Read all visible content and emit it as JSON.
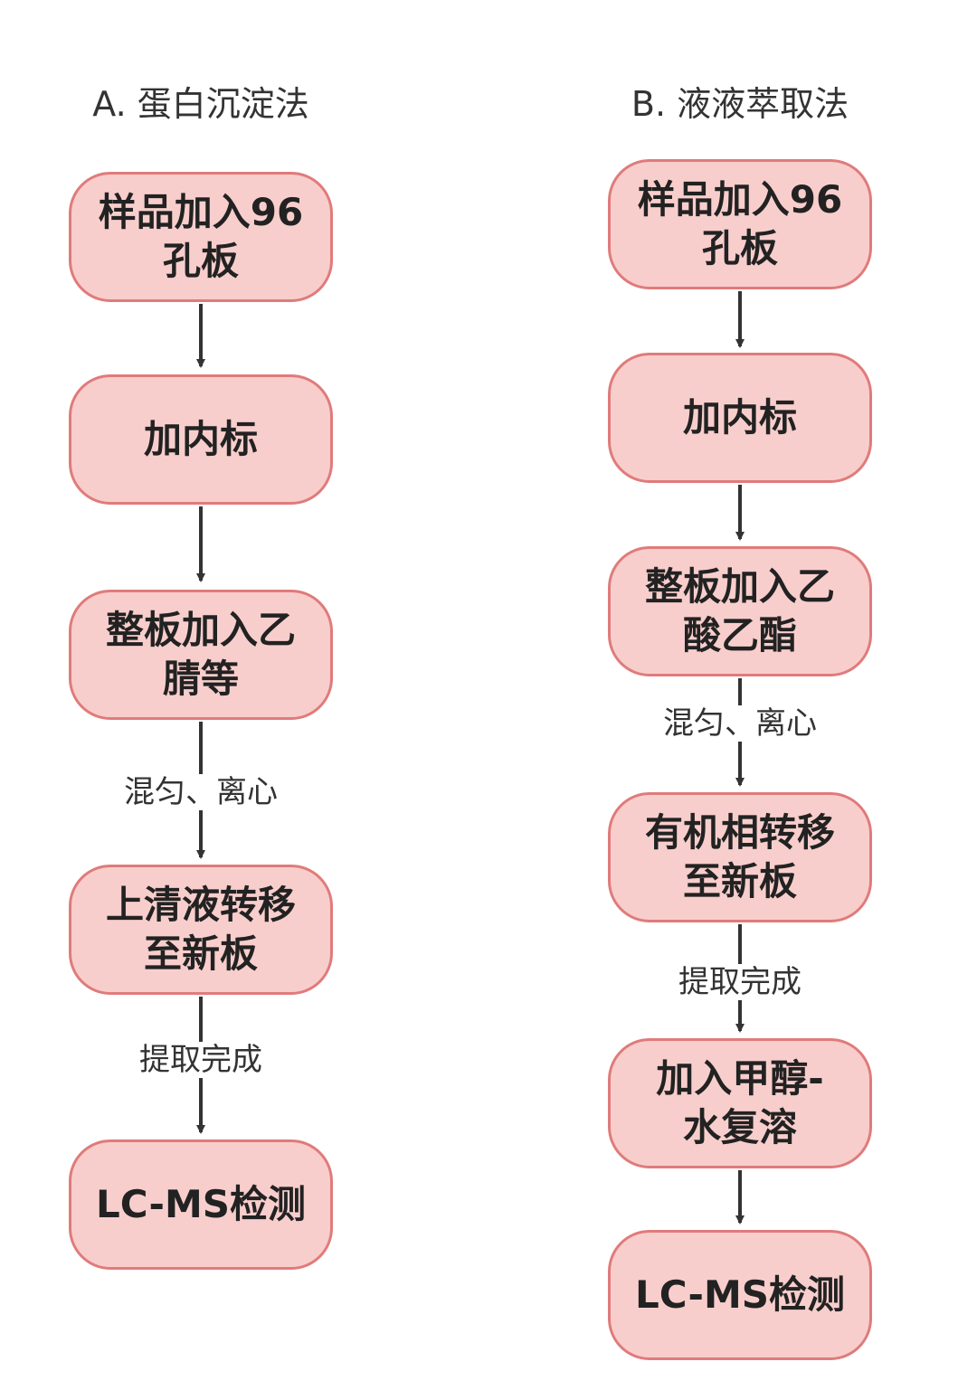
{
  "flows": [
    {
      "title": "A. 蛋白沉淀法",
      "nodes": [
        "样品加入96\n孔板",
        "加内标",
        "整板加入乙\n腈等",
        "上清液转移\n至新板",
        "LC-MS检测"
      ],
      "edge_labels": [
        "",
        "",
        "混匀、离心",
        "提取完成"
      ]
    },
    {
      "title": "B. 液液萃取法",
      "nodes": [
        "样品加入96\n孔板",
        "加内标",
        "整板加入乙\n酸乙酯",
        "有机相转移\n至新板",
        "加入甲醇-\n水复溶",
        "LC-MS检测"
      ],
      "edge_labels": [
        "",
        "",
        "混匀、离心",
        "提取完成",
        ""
      ]
    }
  ],
  "colors": {
    "node_fill": "#f8cecc",
    "node_border": "#e07b7b",
    "arrow": "#333333"
  }
}
